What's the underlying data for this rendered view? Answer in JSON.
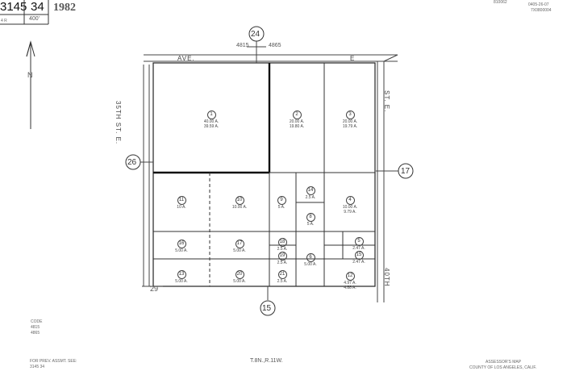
{
  "header": {
    "book": "3145",
    "page": "34",
    "year": "1982",
    "scale_prefix": "4 R",
    "scale": "400'",
    "top_right_1": "810062",
    "top_right_2": "0405-26-07",
    "top_right_3": "7X0800004"
  },
  "map": {
    "north_label": "N",
    "section_top": "24",
    "section_left": "26",
    "section_right": "17",
    "section_bottom": "15",
    "coord_left": "4815",
    "coord_right": "4865",
    "street_ave": "AVE.",
    "street_e": "E",
    "street_35th": "35TH ST. E.",
    "street_st_e": "ST. E.",
    "street_40th": "40TH",
    "corner_29": "29",
    "parcels": [
      {
        "id": "p1",
        "num": "1",
        "area": "40.00 A.",
        "sub": "39.59 A."
      },
      {
        "id": "p2",
        "num": "2",
        "area": "20.00 A.",
        "sub": "19.80 A."
      },
      {
        "id": "p3",
        "num": "3",
        "area": "20.00 A.",
        "sub": "19.79 A."
      },
      {
        "id": "p11",
        "num": "11",
        "area": "10 A.",
        "sub": ""
      },
      {
        "id": "p10",
        "num": "10",
        "area": "10.00 A.",
        "sub": ""
      },
      {
        "id": "p9",
        "num": "9",
        "area": "5 A.",
        "sub": ""
      },
      {
        "id": "p14",
        "num": "14",
        "area": "2.5 A.",
        "sub": ""
      },
      {
        "id": "p8",
        "num": "8",
        "area": "5 A.",
        "sub": ""
      },
      {
        "id": "p4",
        "num": "4",
        "area": "10.00 A.",
        "sub": "9.79 A."
      },
      {
        "id": "p16",
        "num": "16",
        "area": "5.00 A.",
        "sub": ""
      },
      {
        "id": "p17",
        "num": "17",
        "area": "5.00 A.",
        "sub": ""
      },
      {
        "id": "p18",
        "num": "18",
        "area": "2.5 A.",
        "sub": ""
      },
      {
        "id": "p19",
        "num": "19",
        "area": "2.5 A.",
        "sub": ""
      },
      {
        "id": "p6",
        "num": "6",
        "area": "5.00 A.",
        "sub": ""
      },
      {
        "id": "p5",
        "num": "5",
        "area": "2.47 A.",
        "sub": ""
      },
      {
        "id": "p15",
        "num": "15",
        "area": "2.47 A.",
        "sub": ""
      },
      {
        "id": "p13",
        "num": "13",
        "area": "5.00 A.",
        "sub": ""
      },
      {
        "id": "p20",
        "num": "20",
        "area": "5.00 A.",
        "sub": ""
      },
      {
        "id": "p21",
        "num": "21",
        "area": "2.5 A.",
        "sub": ""
      },
      {
        "id": "p12",
        "num": "12",
        "area": "4.97 A.",
        "sub": "4.88 A."
      }
    ]
  },
  "footer": {
    "code_label": "CODE",
    "code_1": "4815",
    "code_2": "4865",
    "prev_label": "FOR PREV. ASSMT. SEE:",
    "prev_value": "3145 34",
    "township": "T.8N.,R.11W.",
    "assessor_1": "ASSESSOR'S MAP",
    "assessor_2": "COUNTY OF LOS ANGELES, CALIF."
  }
}
